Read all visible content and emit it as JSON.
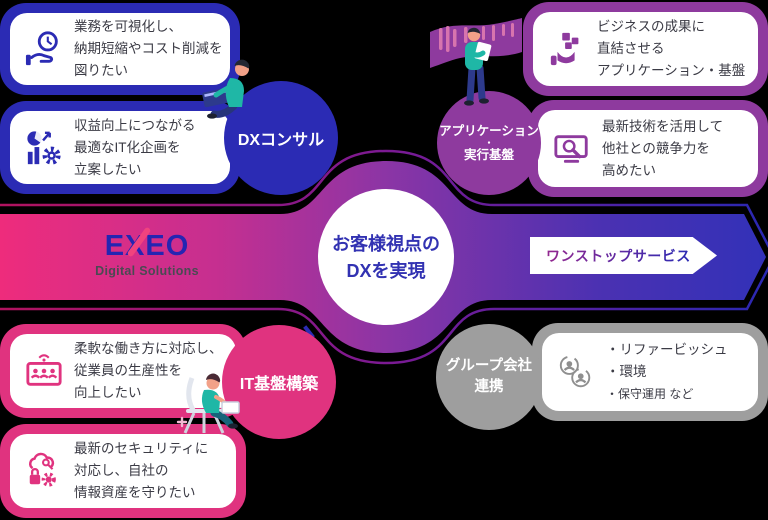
{
  "colors": {
    "blue": "#2b2bb4",
    "purple": "#8e3a9e",
    "pink": "#e0337f",
    "gray": "#9e9e9e",
    "band_pink": "#ee2c7c",
    "band_blue": "#3231b8",
    "center_text": "#3232b2"
  },
  "logo": {
    "brand": "EXEO",
    "subtitle": "Digital Solutions"
  },
  "center_circle": {
    "line1": "お客様視点の",
    "line2": "DXを実現"
  },
  "onestop_banner": {
    "label": "ワンストップサービス"
  },
  "dx_consulting": {
    "label": "DXコンサル",
    "card1": {
      "icon": "clock-hand-icon",
      "line1": "業務を可視化し、",
      "line2": "納期短縮やコスト削減を",
      "line3": "図りたい"
    },
    "card2": {
      "icon": "chart-gear-icon",
      "line1": "収益向上につながる",
      "line2": "最適なIT化企画を",
      "line3": "立案したい"
    }
  },
  "application_platform": {
    "label_line1": "アプリケーション",
    "label_line2": "・",
    "label_line3": "実行基盤",
    "card1": {
      "icon": "blocks-hand-icon",
      "line1": "ビジネスの成果に",
      "line2": "直結させる",
      "line3": "アプリケーション・基盤"
    },
    "card2": {
      "icon": "monitor-search-icon",
      "line1": "最新技術を活用して",
      "line2": "他社との競争力を",
      "line3": "高めたい"
    }
  },
  "it_infrastructure": {
    "label": "IT基盤構築",
    "card1": {
      "icon": "remote-work-icon",
      "line1": "柔軟な働き方に対応し、",
      "line2": "従業員の生産性を",
      "line3": "向上したい"
    },
    "card2": {
      "icon": "security-icon",
      "line1": "最新のセキュリティに",
      "line2": "対応し、自社の",
      "line3": "情報資産を守りたい"
    }
  },
  "group_companies": {
    "label_line1": "グループ会社",
    "label_line2": "連携",
    "card": {
      "icon": "group-people-icon",
      "item1": "・リファービッシュ",
      "item2": "・環境",
      "item3": "・保守運用 など"
    }
  }
}
